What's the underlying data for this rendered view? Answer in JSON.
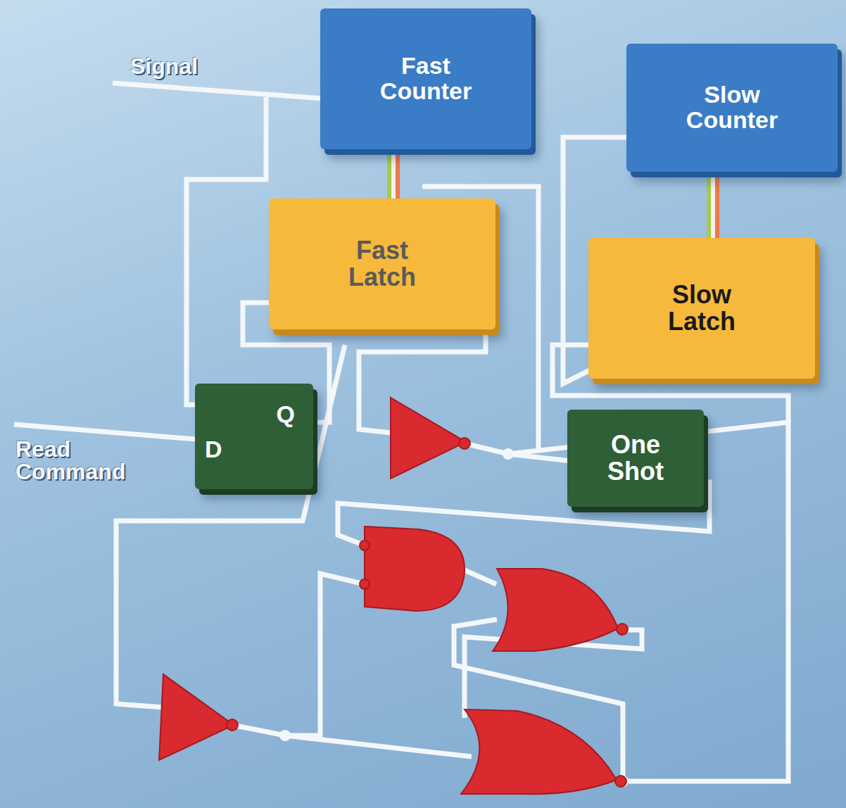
{
  "diagram": {
    "nodes": [
      {
        "text": [
          "Fast Counter"
        ]
      },
      {
        "text": [
          "Slow Counter"
        ]
      },
      {
        "text": [
          "Fast Latch"
        ]
      },
      {
        "text": [
          "Slow Latch"
        ]
      },
      {
        "text": [
          "Q",
          "D"
        ]
      },
      {
        "text": [
          "One Shot"
        ]
      }
    ],
    "edges": [
      {
        "from": 0,
        "to": 2,
        "arrow": "none"
      },
      {
        "from": 1,
        "to": 3,
        "arrow": "none"
      }
    ],
    "labels": [
      "Signal",
      "Read Command"
    ]
  }
}
